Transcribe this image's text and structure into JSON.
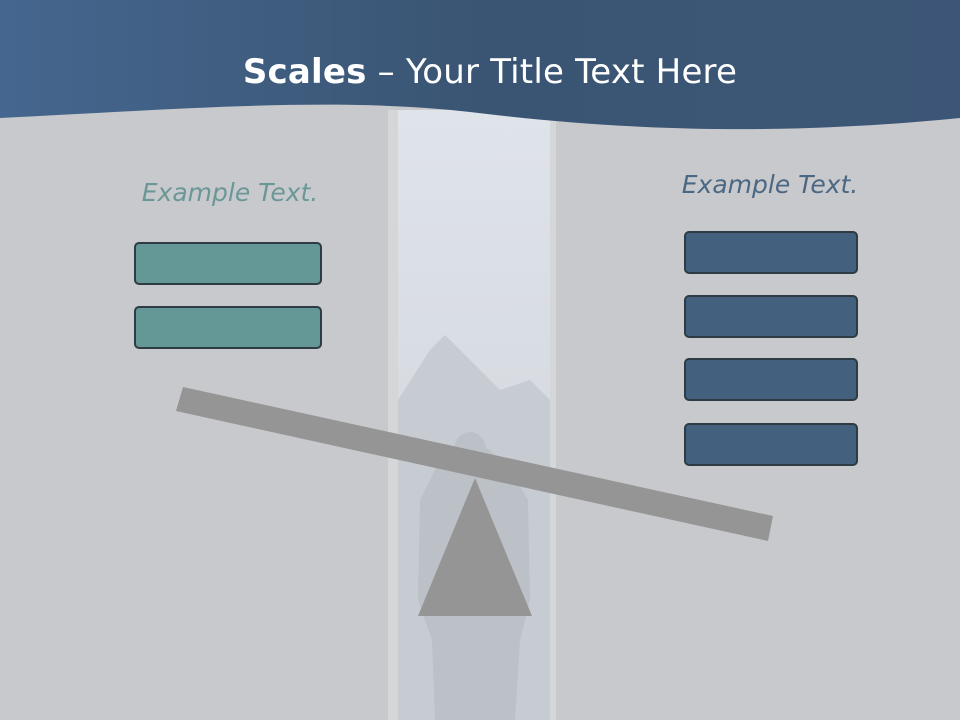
{
  "title": {
    "bold": "Scales",
    "rest": " – Your Title Text Here"
  },
  "left": {
    "caption": "Example Text.",
    "boxes": 2,
    "color": "#649897"
  },
  "right": {
    "caption": "Example Text.",
    "boxes": 4,
    "color": "#44607f"
  },
  "colors": {
    "header": "#3d5676",
    "beam": "#959595",
    "background": "#c8c9cc"
  }
}
